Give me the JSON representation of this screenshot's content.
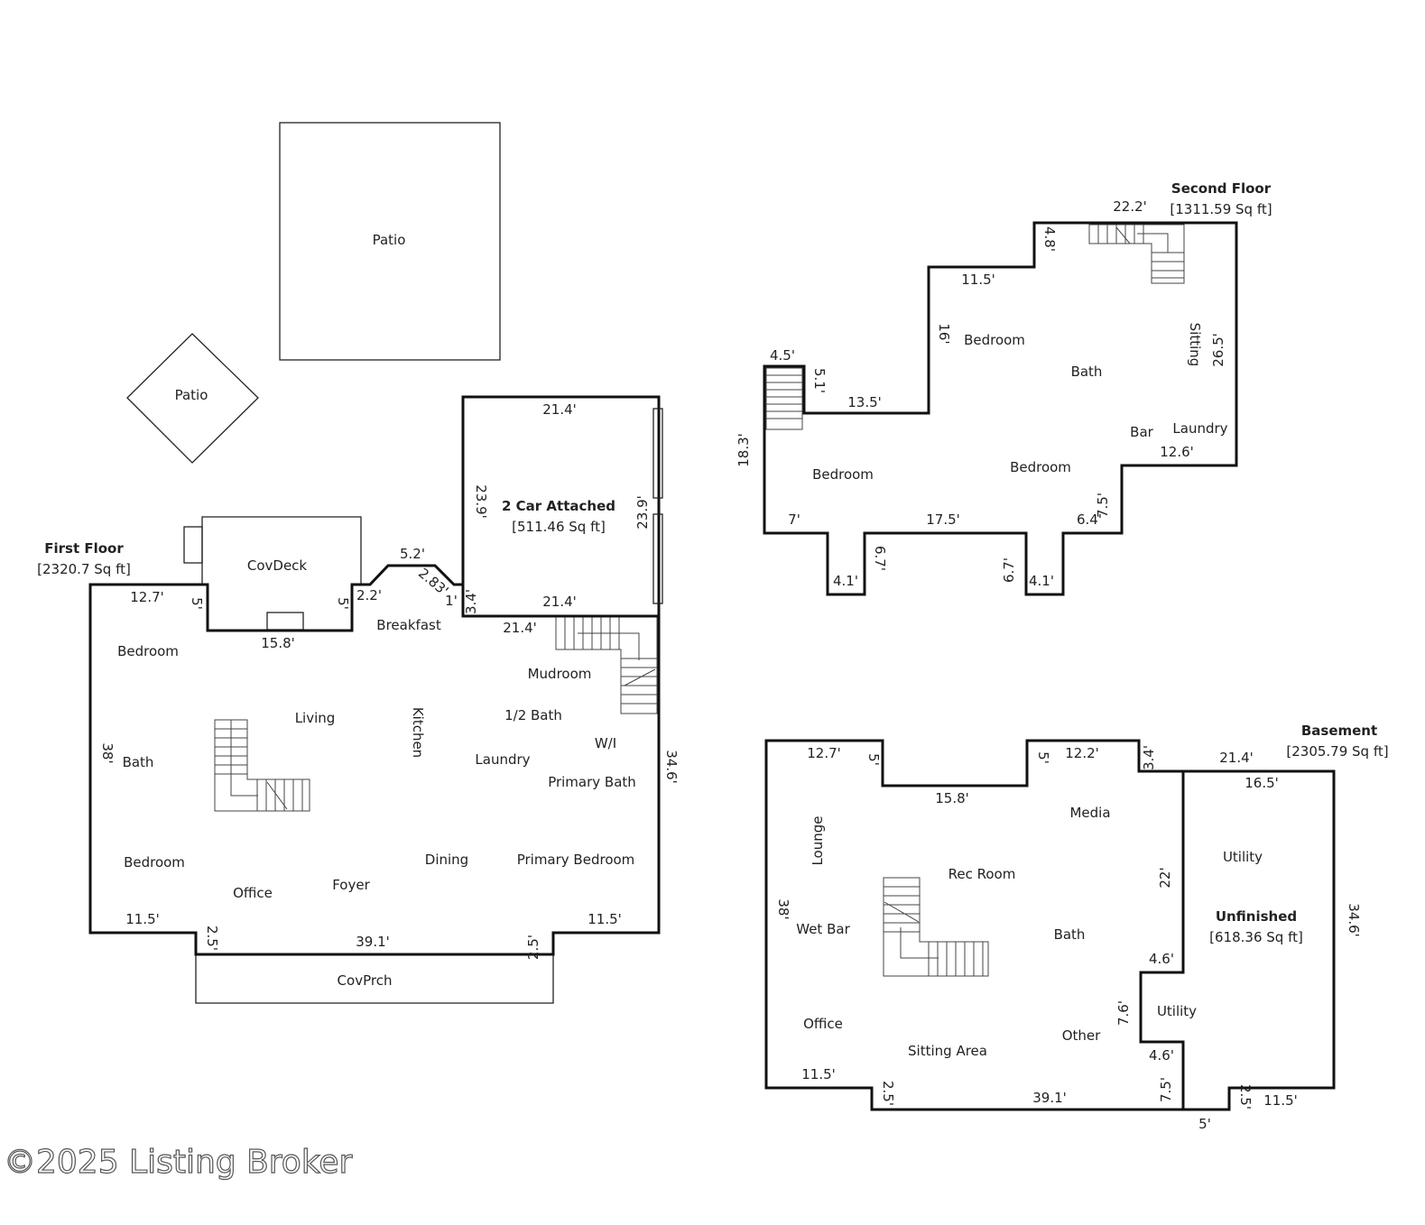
{
  "watermark": "©2025 Listing Broker",
  "first_floor": {
    "title": "First Floor",
    "area": "[2320.7 Sq ft]",
    "rooms": [
      "Patio",
      "Patio",
      "CovDeck",
      "Breakfast",
      "Bedroom",
      "Living",
      "Kitchen",
      "Mudroom",
      "1/2 Bath",
      "W/I",
      "Bath",
      "Laundry",
      "Primary Bath",
      "Bedroom",
      "Dining",
      "Primary Bedroom",
      "Office",
      "Foyer",
      "CovPrch"
    ],
    "dimensions": [
      "12.7'",
      "5'",
      "15.8'",
      "5'",
      "2.2'",
      "5.2'",
      "2.83'",
      "1'",
      "3.4'",
      "38'",
      "34.6'",
      "11.5'",
      "2.5'",
      "39.1'",
      "2.5'",
      "11.5'",
      "21.4'"
    ]
  },
  "garage": {
    "title": "2 Car Attached",
    "area": "[511.46 Sq ft]",
    "dimensions": [
      "21.4'",
      "23.9'",
      "23.9'",
      "21.4'"
    ]
  },
  "second_floor": {
    "title": "Second Floor",
    "area": "[1311.59 Sq ft]",
    "rooms": [
      "Bedroom",
      "Bath",
      "Sitting",
      "Bar",
      "Laundry",
      "Bedroom",
      "Bedroom"
    ],
    "dimensions": [
      "22.2'",
      "4.8'",
      "11.5'",
      "16'",
      "26.5'",
      "4.5'",
      "5.1'",
      "13.5'",
      "18.3'",
      "12.6'",
      "7.5'",
      "7'",
      "17.5'",
      "6.4'",
      "6.7'",
      "6.7'",
      "4.1'",
      "4.1'"
    ]
  },
  "basement": {
    "title": "Basement",
    "area": "[2305.79 Sq ft]",
    "rooms": [
      "Lounge",
      "Media",
      "Rec Room",
      "Wet Bar",
      "Bath",
      "Office",
      "Sitting Area",
      "Other",
      "Utility",
      "Utility"
    ],
    "dimensions": [
      "12.7'",
      "5'",
      "15.8'",
      "5'",
      "12.2'",
      "3.4'",
      "21.4'",
      "16.5'",
      "22'",
      "38'",
      "34.6'",
      "4.6'",
      "7.6'",
      "4.6'",
      "7.5'",
      "11.5'",
      "2.5'",
      "39.1'",
      "5'",
      "2.5'",
      "11.5'"
    ]
  },
  "unfinished": {
    "title": "Unfinished",
    "area": "[618.36 Sq ft]"
  }
}
